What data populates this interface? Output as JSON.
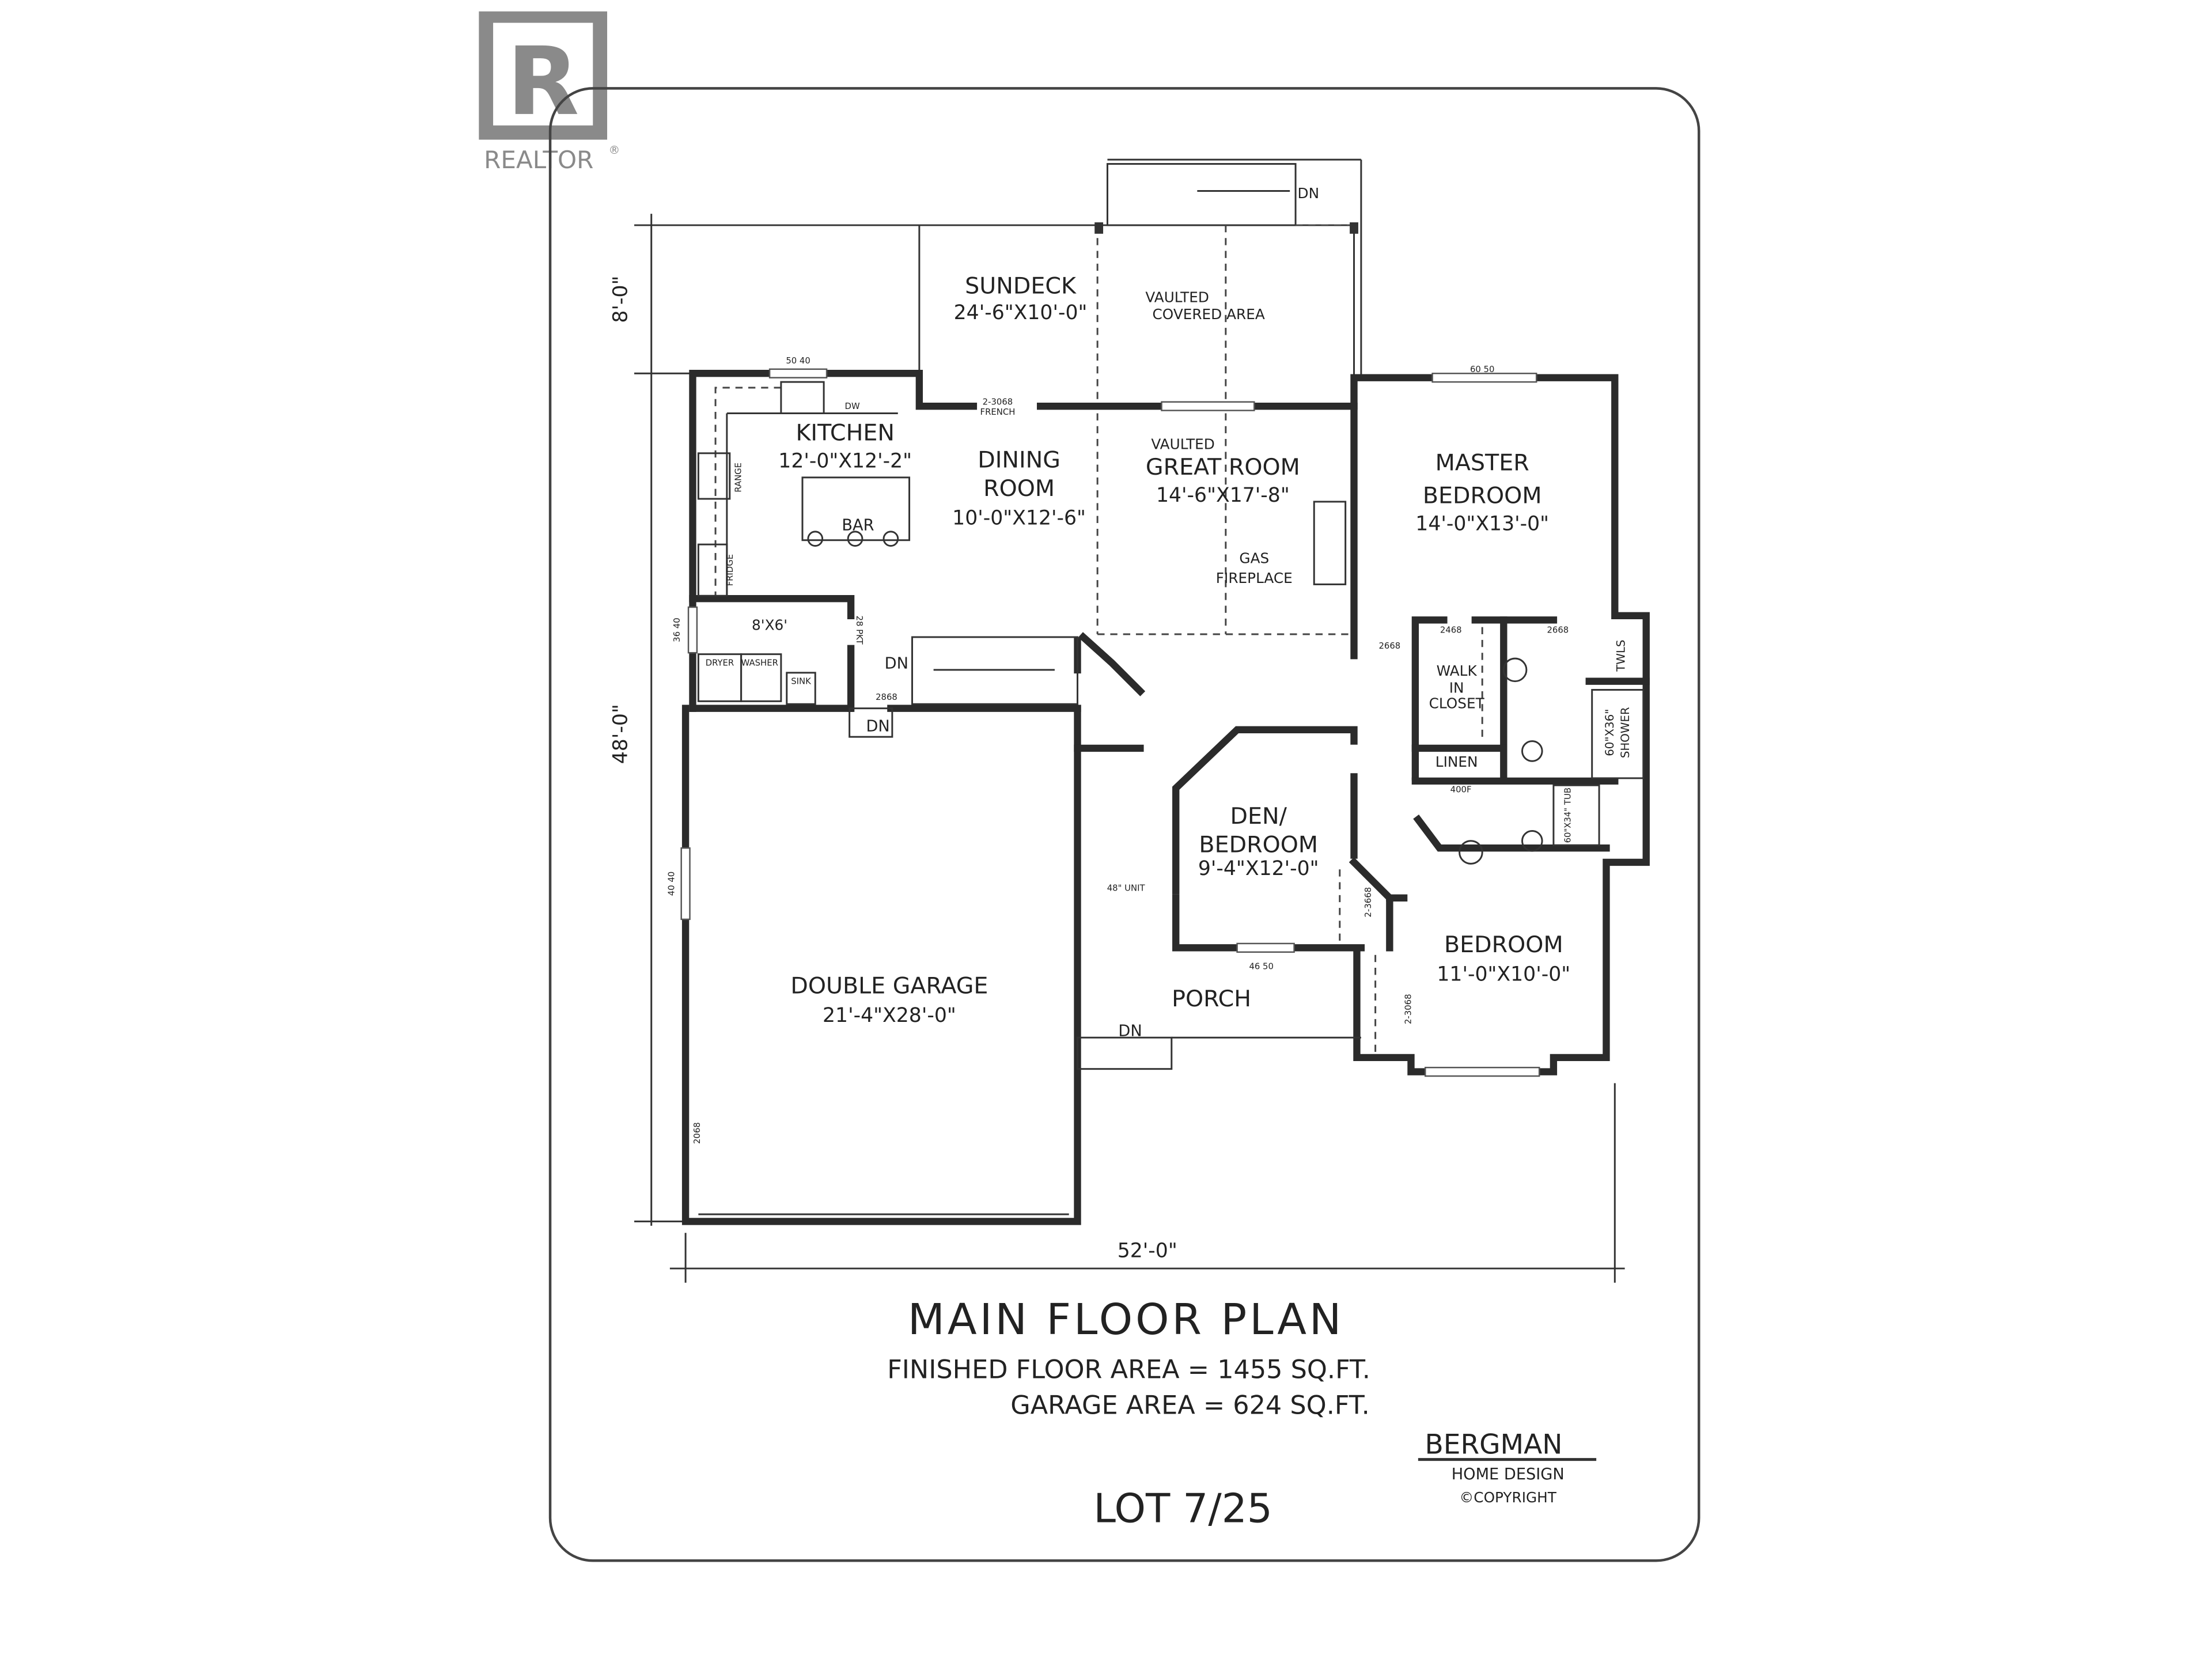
{
  "logo": {
    "letter": "R",
    "text": "REALTOR",
    "registered": "®",
    "color": "#8a8a8a"
  },
  "title": "MAIN FLOOR PLAN",
  "finished_area": "FINISHED FLOOR AREA = 1455 SQ.FT.",
  "garage_area": "GARAGE AREA = 624 SQ.FT.",
  "lot": "LOT 7/25",
  "designer": {
    "name": "BERGMAN",
    "sub": "HOME DESIGN",
    "copyright": "©COPYRIGHT"
  },
  "dimensions": {
    "top_depth": "8'-0\"",
    "left_depth": "48'-0\"",
    "width": "52'-0\""
  },
  "rooms": {
    "sundeck": {
      "name": "SUNDECK",
      "size": "24'-6\"X10'-0\""
    },
    "covered": {
      "line1": "VAULTED",
      "line2": "COVERED AREA"
    },
    "kitchen": {
      "name": "KITCHEN",
      "size": "12'-0\"X12'-2\"",
      "bar": "BAR"
    },
    "dining": {
      "line1": "DINING",
      "line2": "ROOM",
      "size": "10'-0\"X12'-6\""
    },
    "great": {
      "pre": "VAULTED",
      "name": "GREAT ROOM",
      "size": "14'-6\"X17'-8\"",
      "fp1": "GAS",
      "fp2": "FIREPLACE"
    },
    "master": {
      "line1": "MASTER",
      "line2": "BEDROOM",
      "size": "14'-0\"X13'-0\""
    },
    "closet": {
      "line1": "WALK",
      "line2": "IN",
      "line3": "CLOSET",
      "linen": "LINEN"
    },
    "ensuite": {
      "towels": "TWLS",
      "shower1": "60\"X36\"",
      "shower2": "SHOWER"
    },
    "laundry": {
      "size": "8'X6'",
      "dryer": "DRYER",
      "washer": "WASHER",
      "sink": "SINK"
    },
    "den": {
      "line1": "DEN/",
      "line2": "BEDROOM",
      "size": "9'-4\"X12'-0\""
    },
    "bedroom": {
      "name": "BEDROOM",
      "size": "11'-0\"X10'-0\""
    },
    "garage": {
      "name": "DOUBLE GARAGE",
      "size": "21'-4\"X28'-0\""
    },
    "porch": {
      "name": "PORCH"
    }
  },
  "stairs": {
    "dn": "DN"
  },
  "small_labels": {
    "w5040": "50 40",
    "dw": "DW",
    "range": "RANGE",
    "fridge": "FRIDGE",
    "french": "2-3068",
    "french2": "FRENCH",
    "w6050": "60 50",
    "w3640": "36 40",
    "pkt": "28 PKT",
    "d2868": "2868",
    "d2668": "2668",
    "d2468": "2468",
    "w4040": "40 40",
    "unit": "48\" UNIT",
    "d23668": "2-3668",
    "w4650": "46 50",
    "d23068": "2-3068",
    "tub": "60\"X34\" TUB",
    "d400f": "400F",
    "d2668b": "2668",
    "d2068": "2068"
  }
}
